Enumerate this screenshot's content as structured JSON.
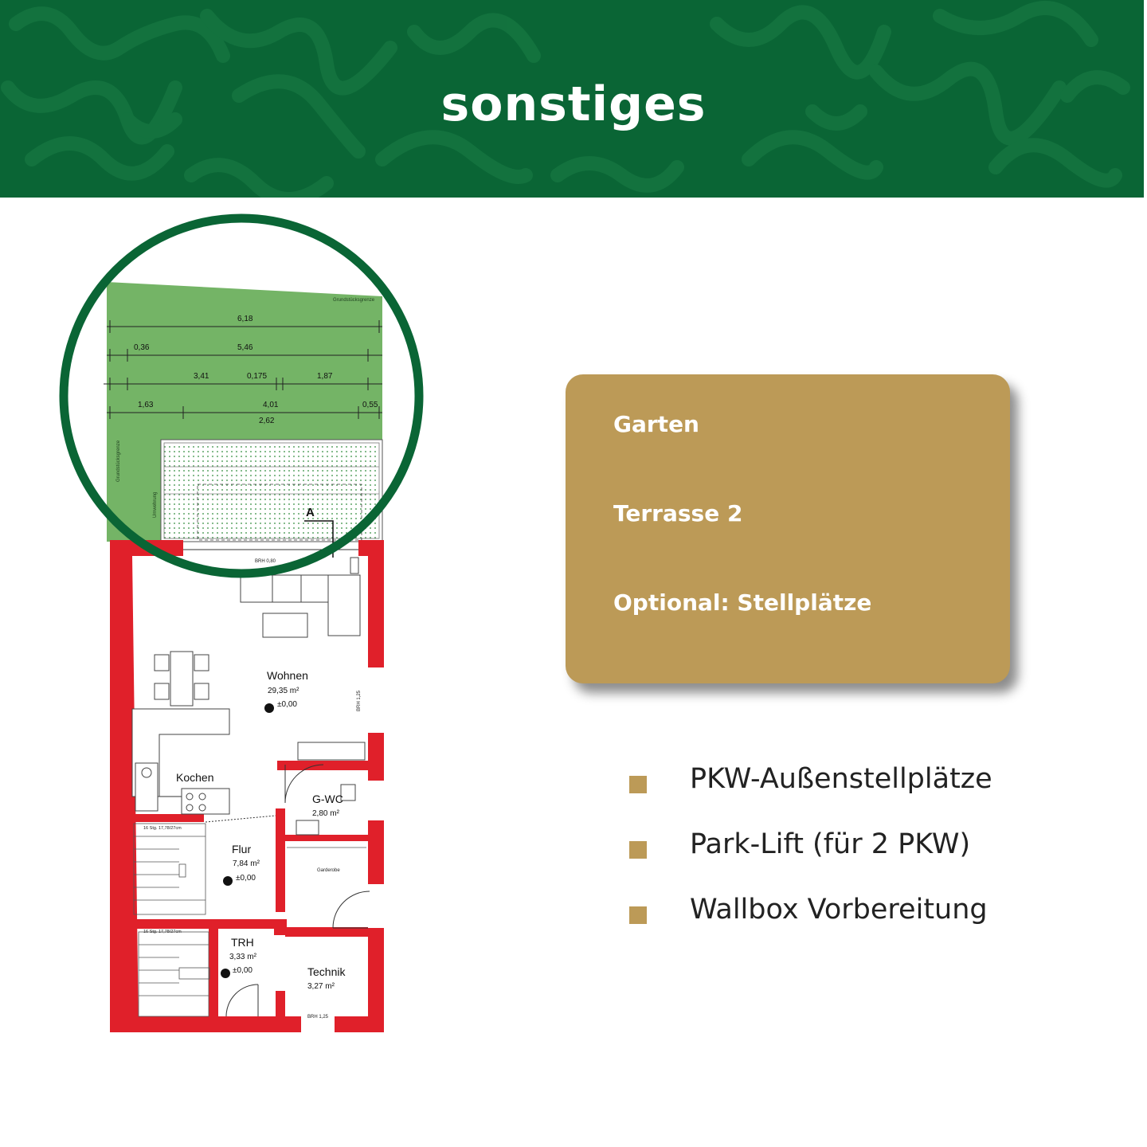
{
  "header": {
    "title": "sonstiges",
    "background": "#0a6535"
  },
  "floorplan": {
    "garden_dimensions": [
      "6,18",
      "0,36",
      "5,46",
      "3,41",
      "0,175",
      "1,87",
      "1,63",
      "4,01",
      "0,55",
      "2,62"
    ],
    "labels": {
      "property_line": "Grundstücksgrenze",
      "property_line_side": "Grundstücksgrenze",
      "hedge": "Umwehrung",
      "section": "A",
      "sill_height_top": "BRH 0,80",
      "sill_height_living": "BRH 1,25",
      "sill_height_tech": "BRH 1,25",
      "stairs_1": "16 Stg. 17,78/27cm",
      "stairs_2": "16 Stg. 17,78/27cm",
      "wardrobe": "Garderobe"
    },
    "rooms": [
      {
        "name": "Wohnen",
        "area": "29,35 m²",
        "level": "±0,00"
      },
      {
        "name": "Kochen"
      },
      {
        "name": "G-WC",
        "area": "2,80 m²"
      },
      {
        "name": "Flur",
        "area": "7,84 m²",
        "level": "±0,00"
      },
      {
        "name": "TRH",
        "area": "3,33 m²",
        "level": "±0,00"
      },
      {
        "name": "Technik",
        "area": "3,27 m²"
      }
    ]
  },
  "card": {
    "items": [
      "Garten",
      "Terrasse 2",
      "Optional: Stellplätze"
    ],
    "color": "#bc9a57"
  },
  "features": [
    {
      "label": "PKW-Außenstellplätze"
    },
    {
      "label": "Park-Lift (für 2 PKW)"
    },
    {
      "label": "Wallbox Vorbereitung"
    }
  ],
  "colors": {
    "accent_green": "#0a6535",
    "wall_red": "#e0202a",
    "garden_green": "#74b466",
    "gold": "#bc9a57"
  }
}
